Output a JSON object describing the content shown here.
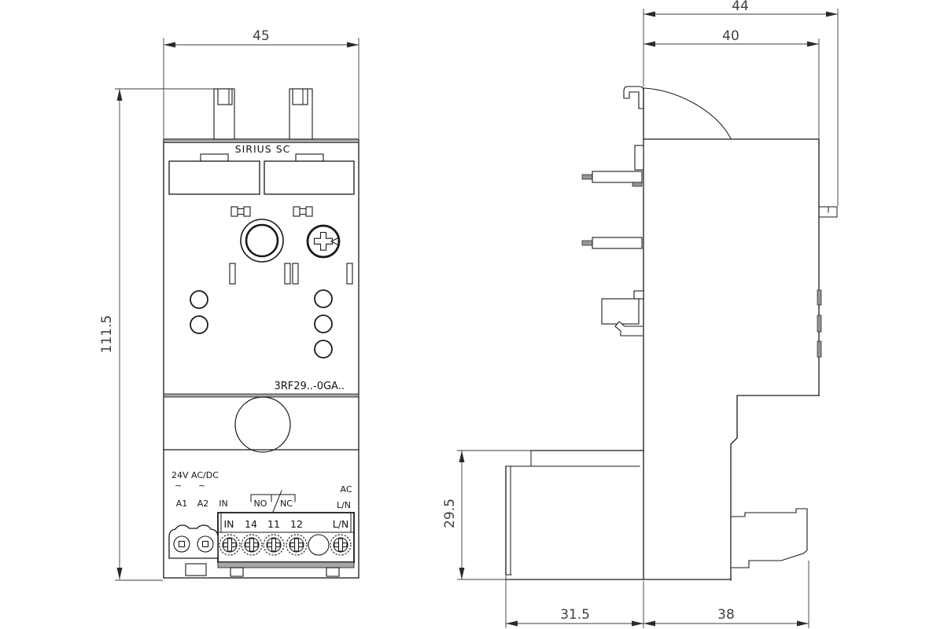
{
  "front_view": {
    "brand": "SIRIUS SC",
    "model": "3RF29..-0GA..",
    "labels": {
      "supply": "24V AC/DC",
      "tilde1": "~",
      "tilde2": "~",
      "a1": "A1",
      "a2": "A2",
      "in": "IN",
      "no": "NO",
      "nc": "NC",
      "ac": "AC",
      "ln": "L/N"
    },
    "terminal_strip": [
      "IN",
      "14",
      "11",
      "12",
      "L/N"
    ]
  },
  "dimensions_mm": {
    "front_width": "45",
    "front_height": "111.5",
    "depth_total": "44",
    "depth_body": "40",
    "foot_height": "29.5",
    "bottom_front": "31.5",
    "bottom_back": "38"
  }
}
